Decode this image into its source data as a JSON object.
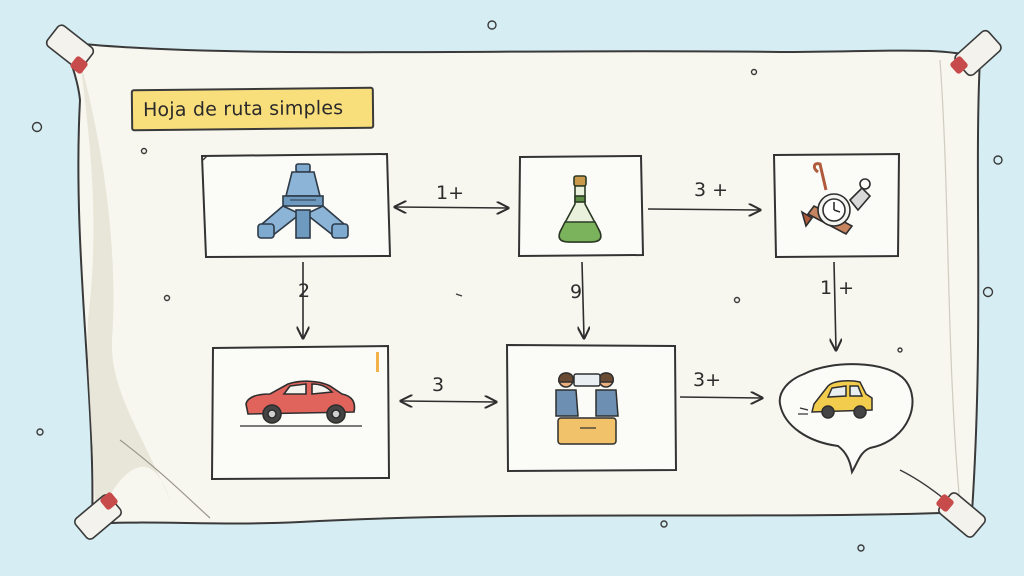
{
  "title": "Hoja de ruta simples",
  "colors": {
    "background": "#d6eef3",
    "paper": "#f7f6ef",
    "title_tag": "#f9df7c",
    "ink": "#2e2e2e",
    "pin": "#c84b4b"
  },
  "nodes": [
    {
      "id": "n1",
      "icon": "blue-valve-icon"
    },
    {
      "id": "n2",
      "icon": "green-flask-icon"
    },
    {
      "id": "n3",
      "icon": "tools-and-clock-icon"
    },
    {
      "id": "n4",
      "icon": "red-car-icon"
    },
    {
      "id": "n5",
      "icon": "two-people-at-desk-icon"
    },
    {
      "id": "n6",
      "icon": "yellow-car-icon"
    }
  ],
  "edges": [
    {
      "from": "n1",
      "to": "n2",
      "label": "1+"
    },
    {
      "from": "n2",
      "to": "n3",
      "label": "3 +"
    },
    {
      "from": "n1",
      "to": "n4",
      "label": "2"
    },
    {
      "from": "n2",
      "to": "n5",
      "label": "9"
    },
    {
      "from": "n3",
      "to": "n6",
      "label": "1 +"
    },
    {
      "from": "n4",
      "to": "n5",
      "label": "3"
    },
    {
      "from": "n5",
      "to": "n6",
      "label": "3+"
    }
  ]
}
